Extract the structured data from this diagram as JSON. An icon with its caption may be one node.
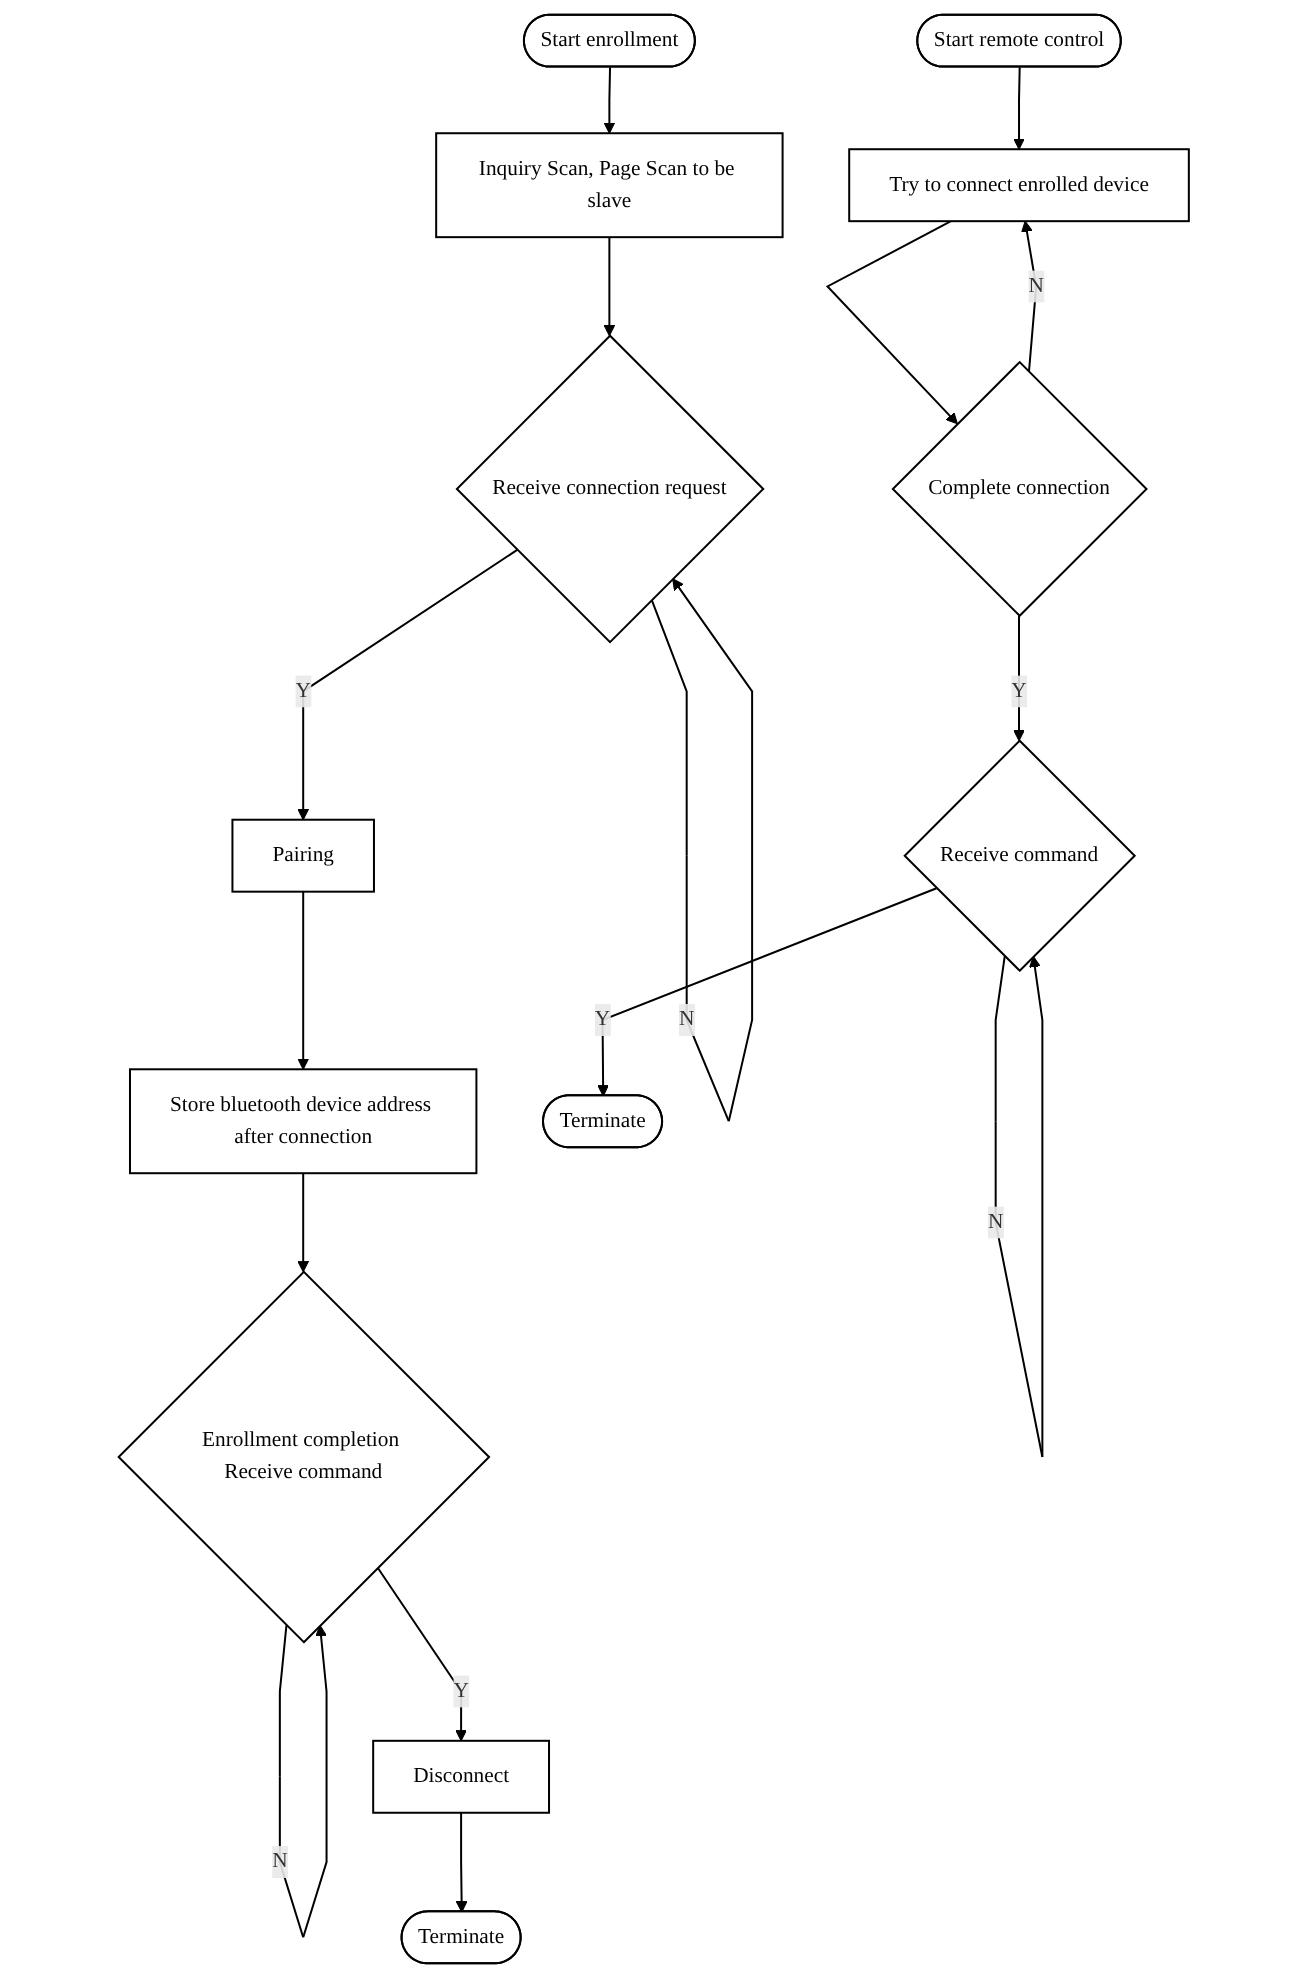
{
  "diagram": {
    "nodes": [
      {
        "text": [
          "Start enrollment"
        ]
      },
      {
        "text": [
          "Inquiry Scan, Page Scan to be slave"
        ]
      },
      {
        "text": [
          "Receive connection request"
        ]
      },
      {
        "text": [
          "Pairing"
        ]
      },
      {
        "text": [
          "Store bluetooth device address after connection"
        ]
      },
      {
        "text": [
          "Enrollment completion Receive command"
        ]
      },
      {
        "text": [
          "Disconnect"
        ]
      },
      {
        "text": [
          "Terminate"
        ]
      },
      {
        "text": [
          "Start remote control"
        ]
      },
      {
        "text": [
          "Try to connect enrolled device"
        ]
      },
      {
        "text": [
          "Complete connection"
        ]
      },
      {
        "text": [
          "Receive command"
        ]
      },
      {
        "text": [
          "Terminate"
        ]
      }
    ],
    "edges": [
      {
        "from": 0,
        "to": 1,
        "arrow": "to"
      },
      {
        "from": 1,
        "to": 2,
        "arrow": "to"
      },
      {
        "from": 2,
        "to": 2,
        "arrow": "to",
        "label": "N"
      },
      {
        "from": 2,
        "to": 3,
        "arrow": "to",
        "label": "Y"
      },
      {
        "from": 3,
        "to": 4,
        "arrow": "to"
      },
      {
        "from": 4,
        "to": 5,
        "arrow": "to"
      },
      {
        "from": 5,
        "to": 5,
        "arrow": "to",
        "label": "N"
      },
      {
        "from": 5,
        "to": 6,
        "arrow": "to",
        "label": "Y"
      },
      {
        "from": 6,
        "to": 7,
        "arrow": "to"
      },
      {
        "from": 8,
        "to": 9,
        "arrow": "to"
      },
      {
        "from": 9,
        "to": 10,
        "arrow": "to"
      },
      {
        "from": 10,
        "to": 9,
        "arrow": "to",
        "label": "N"
      },
      {
        "from": 10,
        "to": 11,
        "arrow": "to",
        "label": "Y"
      },
      {
        "from": 11,
        "to": 11,
        "arrow": "to",
        "label": "N"
      },
      {
        "from": 11,
        "to": 12,
        "arrow": "to",
        "label": "Y"
      }
    ]
  }
}
